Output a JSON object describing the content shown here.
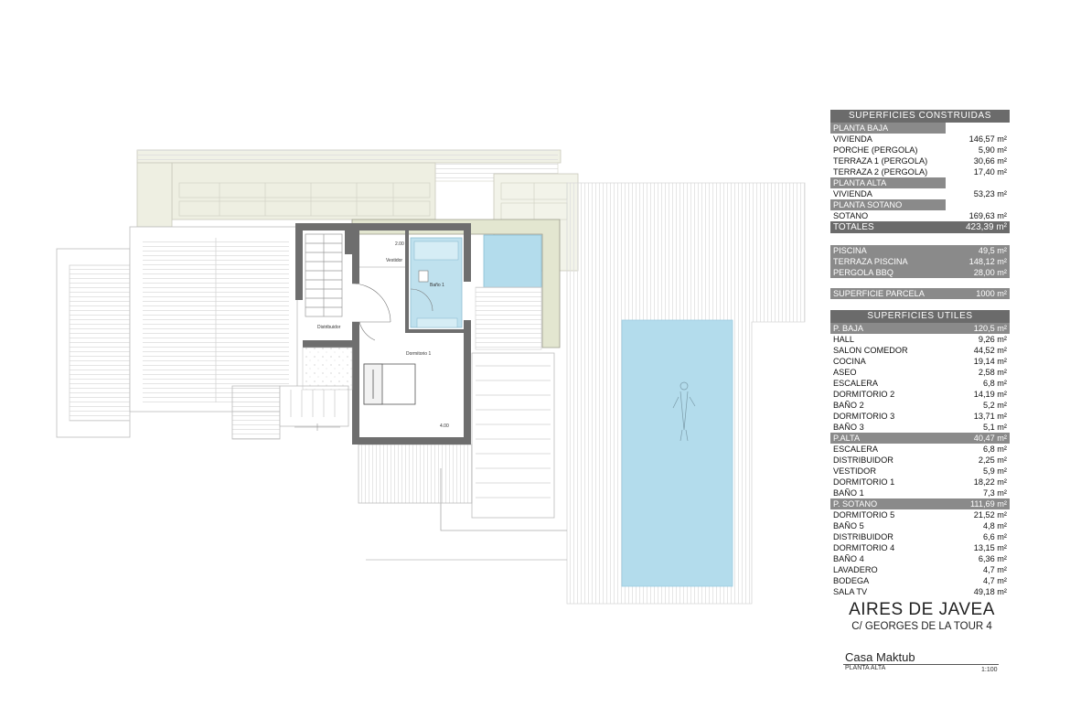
{
  "construidas": {
    "header": "SUPERFICIES CONSTRUIDAS",
    "planta_baja": "PLANTA BAJA",
    "pb_rows": [
      {
        "label": "VIVIENDA",
        "value": "146,57 m²"
      },
      {
        "label": "PORCHE (PERGOLA)",
        "value": "5,90 m²"
      },
      {
        "label": "TERRAZA 1 (PERGOLA)",
        "value": "30,66 m²"
      },
      {
        "label": "TERRAZA 2 (PERGOLA)",
        "value": "17,40 m²"
      }
    ],
    "planta_alta": "PLANTA ALTA",
    "pa_rows": [
      {
        "label": "VIVIENDA",
        "value": "53,23 m²"
      }
    ],
    "planta_sotano": "PLANTA SOTANO",
    "ps_rows": [
      {
        "label": "SOTANO",
        "value": "169,63 m²"
      }
    ],
    "totales_label": "TOTALES",
    "totales_value": "423,39 m²"
  },
  "extras": [
    {
      "label": "PISCINA",
      "value": "49,5 m²"
    },
    {
      "label": "TERRAZA PISCINA",
      "value": "148,12 m²"
    },
    {
      "label": "PERGOLA BBQ",
      "value": "28,00 m²"
    }
  ],
  "parcela": {
    "label": "SUPERFICIE PARCELA",
    "value": "1000 m²"
  },
  "utiles": {
    "header": "SUPERFICIES UTILES",
    "baja": {
      "label": "P. BAJA",
      "value": "120,5 m²"
    },
    "baja_rows": [
      {
        "label": "HALL",
        "value": "9,26 m²"
      },
      {
        "label": "SALON COMEDOR",
        "value": "44,52 m²"
      },
      {
        "label": "COCINA",
        "value": "19,14 m²"
      },
      {
        "label": "ASEO",
        "value": "2,58 m²"
      },
      {
        "label": "ESCALERA",
        "value": "6,8 m²"
      },
      {
        "label": "DORMITORIO 2",
        "value": "14,19 m²"
      },
      {
        "label": "BAÑO 2",
        "value": "5,2 m²"
      },
      {
        "label": "DORMITORIO 3",
        "value": "13,71 m²"
      },
      {
        "label": "BAÑO 3",
        "value": "5,1 m²"
      }
    ],
    "alta": {
      "label": "P.ALTA",
      "value": "40,47 m²"
    },
    "alta_rows": [
      {
        "label": "ESCALERA",
        "value": "6,8 m²"
      },
      {
        "label": "DISTRIBUIDOR",
        "value": "2,25 m²"
      },
      {
        "label": "VESTIDOR",
        "value": "5,9 m²"
      },
      {
        "label": "DORMITORIO 1",
        "value": "18,22 m²"
      },
      {
        "label": "BAÑO 1",
        "value": "7,3 m²"
      }
    ],
    "sotano": {
      "label": "P. SOTANO",
      "value": "111,69 m²"
    },
    "sotano_rows": [
      {
        "label": "DORMITORIO 5",
        "value": "21,52 m²"
      },
      {
        "label": "BAÑO 5",
        "value": "4,8 m²"
      },
      {
        "label": "DISTRIBUIDOR",
        "value": "6,6 m²"
      },
      {
        "label": "DORMITORIO 4",
        "value": "13,15 m²"
      },
      {
        "label": "BAÑO 4",
        "value": "6,36 m²"
      },
      {
        "label": "LAVADERO",
        "value": "4,7 m²"
      },
      {
        "label": "BODEGA",
        "value": "4,7 m²"
      },
      {
        "label": "SALA TV",
        "value": "49,18 m²"
      }
    ]
  },
  "project": {
    "title": "AIRES DE JAVEA",
    "address": "C/ GEORGES DE LA TOUR 4",
    "house": "Casa Maktub",
    "floor": "PLANTA ALTA",
    "scale": "1:100"
  },
  "plan_labels": {
    "vestidor": "Vestidor",
    "vestidor_dim": "2.00",
    "bano1": "Baño 1",
    "distribuidor": "Distribuidor",
    "dormitorio1": "Dormitorio 1",
    "dorm_dim": "4.00"
  },
  "colors": {
    "wall": "#6e6e6e",
    "pool": "#b3dcec",
    "pergola_green": "#eeefe2",
    "deck_line": "#d9d9d9"
  }
}
